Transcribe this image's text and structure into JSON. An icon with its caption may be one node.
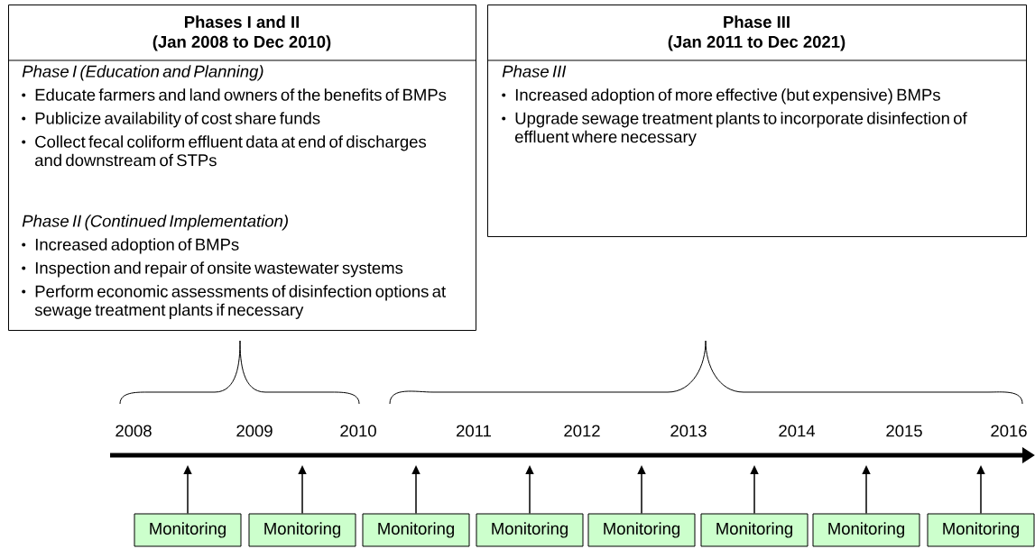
{
  "diagram": {
    "nodes": [
      {
        "text": [
          "Phases I and II",
          "(Jan 2008 to Dec 2010)"
        ]
      },
      {
        "text": [
          "Phase I (Education and Planning)",
          "Educate farmers and land owners of the benefits of BMPs",
          "Publicize availability of cost share funds",
          "Collect fecal coliform effluent data at end of discharges and downstream of STPs"
        ],
        "in": 0
      },
      {
        "text": [
          "Phase II (Continued Implementation)",
          "Increased adoption of BMPs",
          "Inspection and repair of onsite wastewater systems",
          "Perform economic assessments of disinfection options at sewage treatment plants if necessary"
        ],
        "in": 0
      },
      {
        "text": [
          "Phase III",
          "(Jan 2011 to Dec 2021)"
        ]
      },
      {
        "text": [
          "Phase III",
          "Increased adoption of more effective (but expensive) BMPs",
          "Upgrade sewage treatment plants to incorporate disinfection of effluent where necessary"
        ],
        "in": 3
      },
      {
        "text": [
          "Monitoring"
        ]
      },
      {
        "text": [
          "Monitoring"
        ]
      },
      {
        "text": [
          "Monitoring"
        ]
      },
      {
        "text": [
          "Monitoring"
        ]
      },
      {
        "text": [
          "Monitoring"
        ]
      },
      {
        "text": [
          "Monitoring"
        ]
      },
      {
        "text": [
          "Monitoring"
        ]
      },
      {
        "text": [
          "Monitoring"
        ]
      }
    ],
    "edges": [
      {
        "from": 5,
        "to": null,
        "arrow": "to"
      },
      {
        "from": 6,
        "to": null,
        "arrow": "to"
      },
      {
        "from": 7,
        "to": null,
        "arrow": "to"
      },
      {
        "from": 8,
        "to": null,
        "arrow": "to"
      },
      {
        "from": 9,
        "to": null,
        "arrow": "to"
      },
      {
        "from": 10,
        "to": null,
        "arrow": "to"
      },
      {
        "from": 11,
        "to": null,
        "arrow": "to"
      },
      {
        "from": 12,
        "to": null,
        "arrow": "to"
      }
    ],
    "labels": [
      "2008",
      "2009",
      "2010",
      "2011",
      "2012",
      "2013",
      "2014",
      "2015",
      "2016"
    ]
  }
}
